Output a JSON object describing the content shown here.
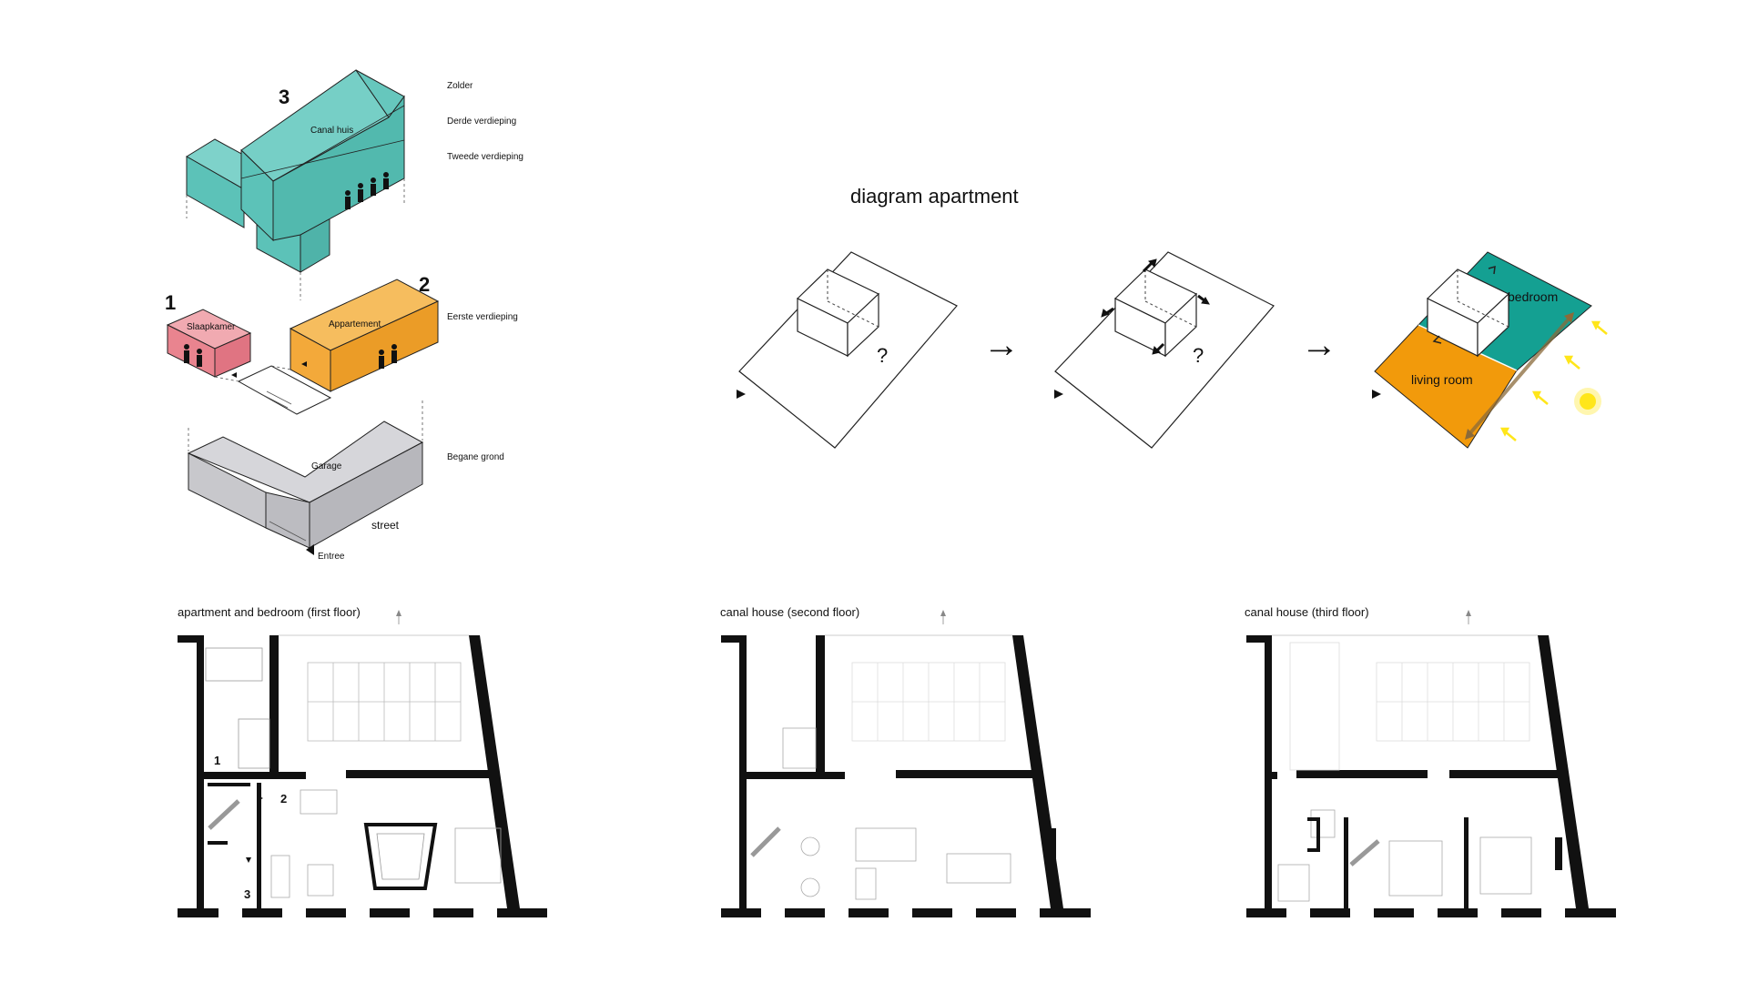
{
  "exploded": {
    "numbers": [
      "3",
      "1",
      "2"
    ],
    "blocks": {
      "canal": "Canal huis",
      "bedroom": "Slaapkamer",
      "apartment": "Appartement",
      "garage": "Garage"
    },
    "levels": [
      "Zolder",
      "Derde verdieping",
      "Tweede verdieping",
      "Eerste verdieping",
      "Begane grond"
    ],
    "street": "street",
    "entrance": "Entree"
  },
  "diagram": {
    "title": "diagram apartment",
    "question": "?",
    "bedroom": "bedroom",
    "living": "living room"
  },
  "plans": {
    "first": "apartment and bedroom (first floor)",
    "second": "canal house (second floor)",
    "third": "canal house (third floor)",
    "markers": [
      "1",
      "2",
      "3"
    ]
  },
  "colors": {
    "canal": "#5cc2b8",
    "bedroom": "#e9848f",
    "apartment": "#f3a93a",
    "garage": "#c8c8cc",
    "teal": "#14a092",
    "orange": "#f29a0b",
    "sun": "#ffe61a"
  }
}
